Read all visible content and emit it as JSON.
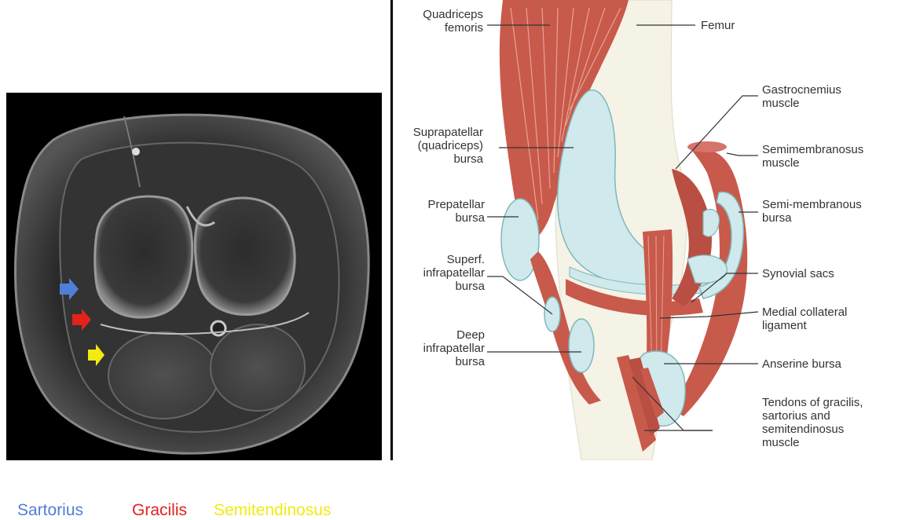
{
  "colors": {
    "sartorius": "#4f7fd6",
    "gracilis": "#e3221c",
    "semitendinosus": "#f2ea10",
    "muscle": "#c85a4b",
    "bursa": "#cfe9ec",
    "bone": "#f5f2e6",
    "leader": "#333333"
  },
  "mri": {
    "labels": {
      "sartorius": "Sartorius",
      "gracilis": "Gracilis",
      "semitendinosus": "Semitendinosus"
    },
    "arrows": [
      {
        "name": "sartorius-arrow",
        "color": "#4f7fd6"
      },
      {
        "name": "gracilis-arrow",
        "color": "#e3221c"
      },
      {
        "name": "semitendinosus-arrow",
        "color": "#f2ea10"
      }
    ]
  },
  "anatomy": {
    "left_labels": {
      "quadriceps_femoris": "Quadriceps\nfemoris",
      "suprapatellar_bursa": "Suprapatellar\n(quadriceps)\nbursa",
      "prepatellar_bursa": "Prepatellar\nbursa",
      "superf_infrapatellar_bursa": "Superf.\ninfrapatellar\nbursa",
      "deep_infrapatellar_bursa": "Deep\ninfrapatellar\nbursa"
    },
    "right_labels": {
      "femur": "Femur",
      "gastrocnemius_muscle": "Gastrocnemius\nmuscle",
      "semimembranosus_muscle": "Semimembranosus\nmuscle",
      "semimembranous_bursa": "Semi-membranous\nbursa",
      "synovial_sacs": "Synovial sacs",
      "medial_collateral_ligament": "Medial collateral\nligament",
      "anserine_bursa": "Anserine bursa",
      "tendons": "Tendons of gracilis,\nsartorius and\nsemitendinosus\nmuscle"
    }
  }
}
